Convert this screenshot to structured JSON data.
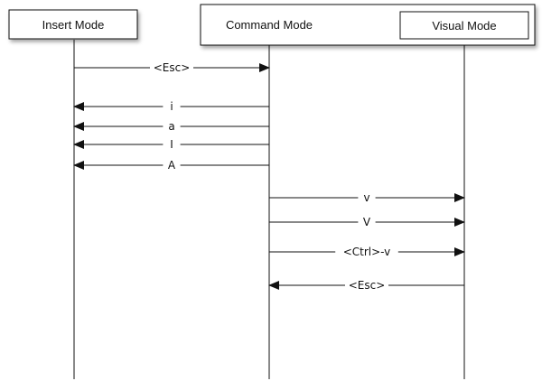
{
  "lifelines": [
    {
      "id": "insert",
      "label": "Insert Mode"
    },
    {
      "id": "command",
      "label": "Command Mode"
    },
    {
      "id": "visual",
      "label": "Visual Mode"
    }
  ],
  "messages": [
    {
      "from": "insert",
      "to": "command",
      "label": "<Esc>"
    },
    {
      "from": "command",
      "to": "insert",
      "label": "i"
    },
    {
      "from": "command",
      "to": "insert",
      "label": "a"
    },
    {
      "from": "command",
      "to": "insert",
      "label": "I"
    },
    {
      "from": "command",
      "to": "insert",
      "label": "A"
    },
    {
      "from": "command",
      "to": "visual",
      "label": "v"
    },
    {
      "from": "command",
      "to": "visual",
      "label": "V"
    },
    {
      "from": "command",
      "to": "visual",
      "label": "<Ctrl>-v"
    },
    {
      "from": "visual",
      "to": "command",
      "label": "<Esc>"
    }
  ]
}
